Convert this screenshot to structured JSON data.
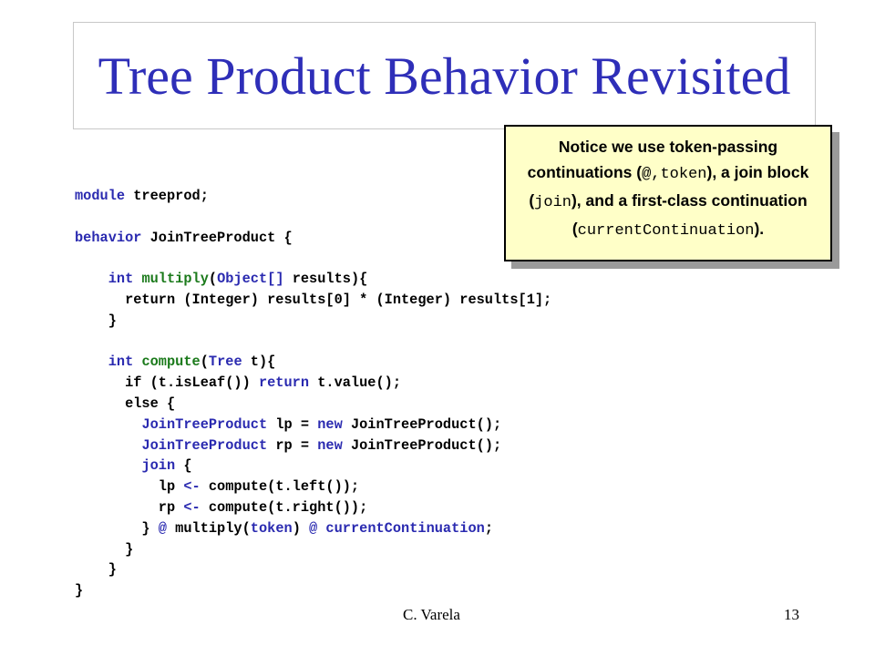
{
  "slide": {
    "title": "Tree Product Behavior Revisited",
    "footer_author": "C. Varela",
    "page_number": "13"
  },
  "callout": {
    "t1": "Notice we use token-passing continuations (",
    "m1": "@,token",
    "t2": "), a join block (",
    "m2": "join",
    "t3": "), and a first-class continuation (",
    "m3": "currentContinuation",
    "t4": ")."
  },
  "code": {
    "l01_kw": "module",
    "l01_rest": " treeprod;",
    "l03_kw": "behavior",
    "l03_rest": " JoinTreeProduct {",
    "l05_a": "    ",
    "l05_kw": "int",
    "l05_sp": " ",
    "l05_fn": "multiply",
    "l05_p": "(",
    "l05_t": "Object[]",
    "l05_rest": " results){",
    "l06": "      return (Integer) results[0] * (Integer) results[1];",
    "l07": "    }",
    "l09_a": "    ",
    "l09_kw": "int",
    "l09_sp": " ",
    "l09_fn": "compute",
    "l09_p": "(",
    "l09_t": "Tree",
    "l09_rest": " t){",
    "l10_a": "      if (t.isLeaf()) ",
    "l10_kw": "return",
    "l10_rest": " t.value();",
    "l11": "      else {",
    "l12_a": "        ",
    "l12_t": "JoinTreeProduct",
    "l12_b": " lp = ",
    "l12_kw": "new",
    "l12_rest": " JoinTreeProduct();",
    "l13_a": "        ",
    "l13_t": "JoinTreeProduct",
    "l13_b": " rp = ",
    "l13_kw": "new",
    "l13_rest": " JoinTreeProduct();",
    "l14_a": "        ",
    "l14_kw": "join",
    "l14_rest": " {",
    "l15_a": "          lp ",
    "l15_kw": "<-",
    "l15_rest": " compute(t.left());",
    "l16_a": "          rp ",
    "l16_kw": "<-",
    "l16_rest": " compute(t.right());",
    "l17_a": "        } ",
    "l17_at1": "@",
    "l17_b": " multiply(",
    "l17_tok": "token",
    "l17_c": ") ",
    "l17_at2": "@",
    "l17_sp": " ",
    "l17_cc": "currentContinuation",
    "l17_rest": ";",
    "l18": "      }",
    "l19": "    }",
    "l20": "}"
  }
}
